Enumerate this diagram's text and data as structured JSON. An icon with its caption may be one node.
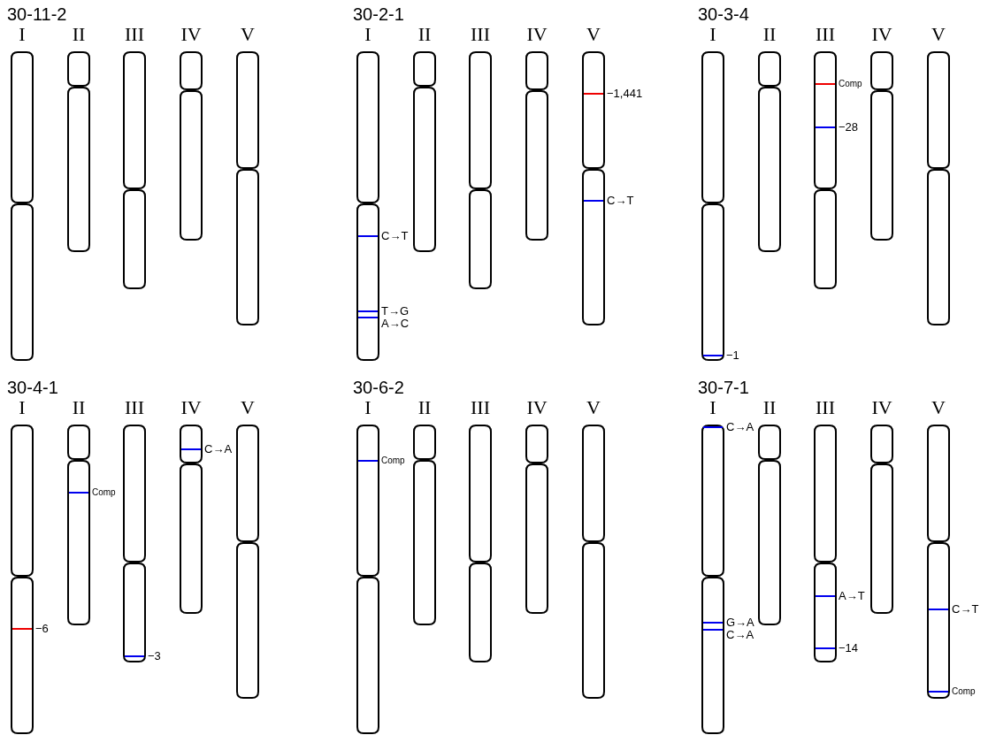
{
  "diagram": {
    "nodes": [
      {
        "text": [
          "30-11-2"
        ]
      },
      {
        "text": [
          "I"
        ],
        "in": 0
      },
      {
        "text": [
          "II"
        ],
        "in": 0
      },
      {
        "text": [
          "III"
        ],
        "in": 0
      },
      {
        "text": [
          "IV"
        ],
        "in": 0
      },
      {
        "text": [
          "V"
        ],
        "in": 0
      },
      {
        "text": [
          "30-2-1"
        ]
      },
      {
        "text": [
          "I"
        ],
        "in": 6,
        "beside": [
          "C→T",
          "T→G",
          "A→C"
        ]
      },
      {
        "text": [
          "II"
        ],
        "in": 6
      },
      {
        "text": [
          "III"
        ],
        "in": 6
      },
      {
        "text": [
          "IV"
        ],
        "in": 6
      },
      {
        "text": [
          "V"
        ],
        "in": 6,
        "beside": [
          "−1,441",
          "C→T"
        ]
      },
      {
        "text": [
          "30-3-4"
        ]
      },
      {
        "text": [
          "I"
        ],
        "in": 12,
        "beside": [
          "−1"
        ]
      },
      {
        "text": [
          "II"
        ],
        "in": 12
      },
      {
        "text": [
          "III"
        ],
        "in": 12,
        "beside": [
          "Comp",
          "−28"
        ]
      },
      {
        "text": [
          "IV"
        ],
        "in": 12
      },
      {
        "text": [
          "V"
        ],
        "in": 12
      },
      {
        "text": [
          "30-4-1"
        ]
      },
      {
        "text": [
          "I"
        ],
        "in": 18,
        "beside": [
          "−6"
        ]
      },
      {
        "text": [
          "II"
        ],
        "in": 18,
        "beside": [
          "Comp"
        ]
      },
      {
        "text": [
          "III"
        ],
        "in": 18,
        "beside": [
          "−3"
        ]
      },
      {
        "text": [
          "IV"
        ],
        "in": 18,
        "beside": [
          "C→A"
        ]
      },
      {
        "text": [
          "V"
        ],
        "in": 18
      },
      {
        "text": [
          "30-6-2"
        ]
      },
      {
        "text": [
          "I"
        ],
        "in": 24,
        "beside": [
          "Comp"
        ]
      },
      {
        "text": [
          "II"
        ],
        "in": 24
      },
      {
        "text": [
          "III"
        ],
        "in": 24
      },
      {
        "text": [
          "IV"
        ],
        "in": 24
      },
      {
        "text": [
          "V"
        ],
        "in": 24
      },
      {
        "text": [
          "30-7-1"
        ]
      },
      {
        "text": [
          "I"
        ],
        "in": 30,
        "beside": [
          "C→A",
          "G→A",
          "C→A"
        ]
      },
      {
        "text": [
          "II"
        ],
        "in": 30
      },
      {
        "text": [
          "III"
        ],
        "in": 30,
        "beside": [
          "A→T",
          "−14"
        ]
      },
      {
        "text": [
          "IV"
        ],
        "in": 30
      },
      {
        "text": [
          "V"
        ],
        "in": 30,
        "beside": [
          "C→T",
          "Comp"
        ]
      }
    ]
  }
}
